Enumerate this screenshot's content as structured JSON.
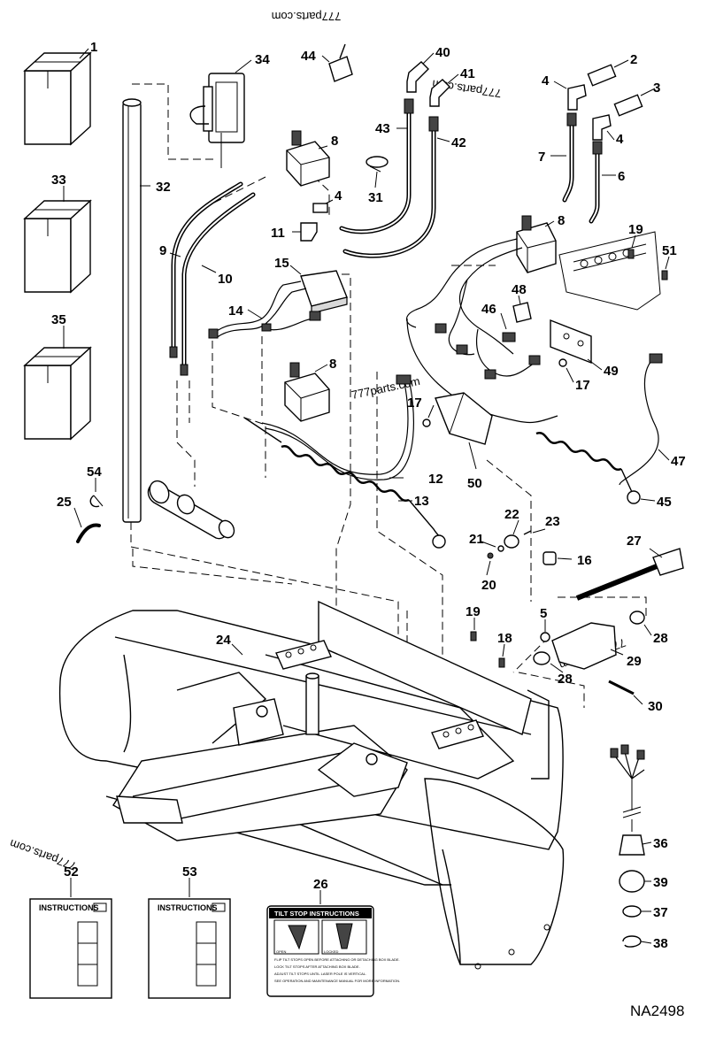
{
  "watermarks": [
    "777parts.com",
    "777parts.com",
    "777parts.com",
    "777parts.com",
    "777parts.com"
  ],
  "figure_id": "NA2498",
  "callouts": [
    "1",
    "2",
    "3",
    "4",
    "4",
    "4",
    "5",
    "6",
    "7",
    "8",
    "8",
    "8",
    "9",
    "10",
    "11",
    "12",
    "13",
    "14",
    "15",
    "16",
    "17",
    "17",
    "18",
    "19",
    "19",
    "20",
    "21",
    "22",
    "23",
    "24",
    "25",
    "26",
    "27",
    "28",
    "28",
    "29",
    "30",
    "31",
    "32",
    "33",
    "34",
    "35",
    "36",
    "37",
    "38",
    "39",
    "40",
    "41",
    "42",
    "43",
    "44",
    "45",
    "46",
    "47",
    "48",
    "49",
    "50",
    "51",
    "52",
    "53",
    "54"
  ],
  "decals": {
    "instructions_label": "INSTRUCTIONS",
    "tilt_stop": {
      "title": "TILT STOP INSTRUCTIONS",
      "open_label": "OPEN",
      "locked_label": "LOCKED",
      "bullets": [
        "FLIP TILT STOPS OPEN BEFORE ATTACHING OR DETACHING BOX BLADE.",
        "LOCK TILT STOPS AFTER ATTACHING BOX BLADE.",
        "ADJUST TILT STOPS UNTIL LASER POLE IS VERTICAL.",
        "SEE OPERATION AND MAINTENANCE MANUAL FOR MORE INFORMATION."
      ]
    }
  }
}
